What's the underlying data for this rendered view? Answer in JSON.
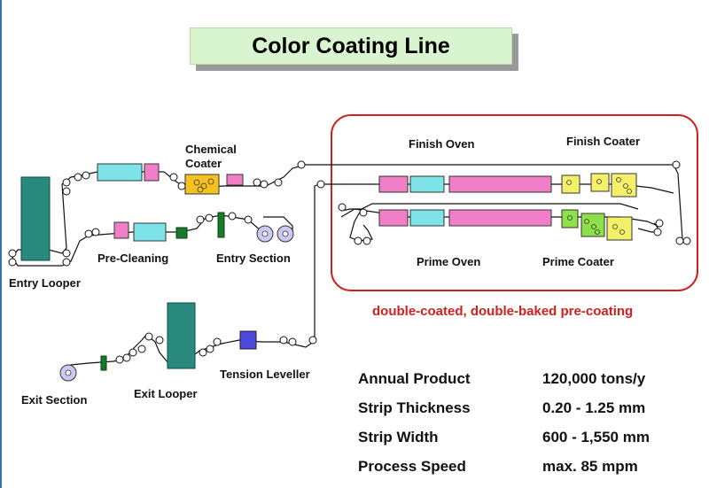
{
  "title": "Color Coating Line",
  "labels": {
    "chemical_coater": [
      "Chemical",
      "Coater"
    ],
    "entry_looper": "Entry Looper",
    "pre_cleaning": "Pre-Cleaning",
    "entry_section": "Entry Section",
    "finish_oven": "Finish Oven",
    "finish_coater": "Finish Coater",
    "prime_oven": "Prime Oven",
    "prime_coater": "Prime Coater",
    "exit_section": "Exit Section",
    "exit_looper": "Exit Looper",
    "tension_leveller": "Tension Leveller"
  },
  "note": "double-coated, double-baked pre-coating",
  "specs": [
    {
      "label": "Annual Product",
      "value": "120,000 tons/y"
    },
    {
      "label": "Strip Thickness",
      "value": "0.20 - 1.25 mm"
    },
    {
      "label": "Strip Width",
      "value": "600 - 1,550 mm"
    },
    {
      "label": "Process Speed",
      "value": "max. 85 mpm"
    }
  ],
  "colors": {
    "looper": "#2a8a7e",
    "cyan_unit": "#7fe3ea",
    "magenta_unit": "#f07fc8",
    "coater_orange": "#f5c020",
    "finish_coater_yellow": "#f5f06a",
    "prime_coater_green": "#8ee04a",
    "dark_green": "#187a2a",
    "tension_leveller": "#4a4adc",
    "highlight_frame": "#d02020",
    "note_red": "#d12020"
  }
}
